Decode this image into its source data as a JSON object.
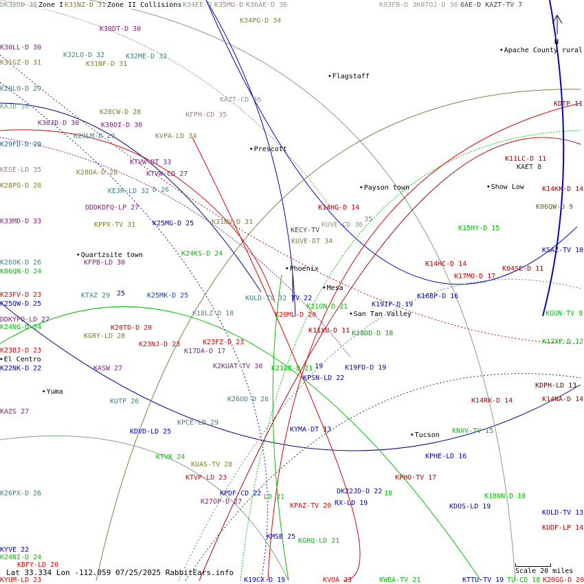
{
  "header": {
    "zone1": "Zone I",
    "zone2": "Zone II Collisions"
  },
  "footer": {
    "coords": "Lat 33.334 Lon -112.059 07/25/2025 RabbitEars.info",
    "scale": "Scale 20 miles",
    "north": "N"
  },
  "places": [
    "Flagstaff",
    "Prescott",
    "Payson town",
    "Show Low",
    "Apache County rural",
    "Quartzsite town",
    "Phoenix",
    "Mesa",
    "San Tan Valley",
    "El Centro",
    "Yuma",
    "Tucson"
  ],
  "stations": [
    {
      "label": "DK36DD 36",
      "color": "#80a080"
    },
    {
      "label": "K31NZ-D 31",
      "color": "#808020"
    },
    {
      "label": "K34EE-D",
      "color": "#80a080"
    },
    {
      "label": "K35MU-D",
      "color": "#a08080"
    },
    {
      "label": "K36AE-D 36",
      "color": "#80a080"
    },
    {
      "label": "K34PG-D 34",
      "color": "#808040"
    },
    {
      "label": "K30DT-D 30",
      "color": "#802080"
    },
    {
      "label": "K30LL-D 30",
      "color": "#802080"
    },
    {
      "label": "K32LO-D 32",
      "color": "#408080"
    },
    {
      "label": "K32ME-D 32",
      "color": "#408080"
    },
    {
      "label": "K31GZ-D 31",
      "color": "#808020"
    },
    {
      "label": "K31NF-D 31",
      "color": "#808020"
    },
    {
      "label": "K29LO-D 29",
      "color": "#408080"
    },
    {
      "label": "KAJB 36",
      "color": "#80a080"
    },
    {
      "label": "KAZT-CD 36",
      "color": "#80a080"
    },
    {
      "label": "K28CW-D 28",
      "color": "#808020"
    },
    {
      "label": "KFPH-CD 35",
      "color": "#a08080"
    },
    {
      "label": "K30JD-D 30",
      "color": "#802080"
    },
    {
      "label": "K30OI-D 30",
      "color": "#802080"
    },
    {
      "label": "K29LM-D 29",
      "color": "#408080"
    },
    {
      "label": "KVPA-LD 34",
      "color": "#808040"
    },
    {
      "label": "K29FD-D 29",
      "color": "#2060a0"
    },
    {
      "label": "KTVW-DT 33",
      "color": "#802080"
    },
    {
      "label": "KESE-LD 35",
      "color": "#a08080"
    },
    {
      "label": "K28OA-D 28",
      "color": "#808020"
    },
    {
      "label": "KTVW-CD 27",
      "color": "#802080"
    },
    {
      "label": "K28PO-D 28",
      "color": "#808020"
    },
    {
      "label": "KEJR-LD 32",
      "color": "#408080"
    },
    {
      "label": "D 26",
      "color": "#408080"
    },
    {
      "label": "DDDKDFQ-LP 27",
      "color": "#802080"
    },
    {
      "label": "K33MD-D 33",
      "color": "#802080"
    },
    {
      "label": "KPPX-TV 31",
      "color": "#808020"
    },
    {
      "label": "K25MG-D 25",
      "color": "#0000c0"
    },
    {
      "label": "K31NV-D 31",
      "color": "#808020"
    },
    {
      "label": "KECY-TV",
      "color": "#404040"
    },
    {
      "label": "KUVE-CD 36",
      "color": "#80a080"
    },
    {
      "label": "KUVE-DT 34",
      "color": "#808040"
    },
    {
      "label": "K24KS-D 24",
      "color": "#00c000"
    },
    {
      "label": "KFPB-LD 30",
      "color": "#802080"
    },
    {
      "label": "K26OK-D 26",
      "color": "#408080"
    },
    {
      "label": "K06QN-D 24",
      "color": "#00c000"
    },
    {
      "label": "KTAZ 29",
      "color": "#408080"
    },
    {
      "label": "25",
      "color": "#0000c0"
    },
    {
      "label": "K25MK-D 25",
      "color": "#2040a0"
    },
    {
      "label": "K23FV-D 23",
      "color": "#e00000"
    },
    {
      "label": "K25QW-D 25",
      "color": "#0000c0"
    },
    {
      "label": "KOLD-TV 32",
      "color": "#408080"
    },
    {
      "label": "TV 22",
      "color": "#0000c0"
    },
    {
      "label": "K18LZ-D 18",
      "color": "#608080"
    },
    {
      "label": "K20ML-D 20",
      "color": "#e00000"
    },
    {
      "label": "K21ON-D 21",
      "color": "#00c000"
    },
    {
      "label": "DDKYPO-LD 27",
      "color": "#802080"
    },
    {
      "label": "K24NG-D 24",
      "color": "#00c000"
    },
    {
      "label": "K20TD-D 20",
      "color": "#e00000"
    },
    {
      "label": "K11XU-D 11",
      "color": "#b00000"
    },
    {
      "label": "K18DD-D 18",
      "color": "#00a000"
    },
    {
      "label": "KGRY-LD 28",
      "color": "#808020"
    },
    {
      "label": "K23NJ-D 23",
      "color": "#e00000"
    },
    {
      "label": "K23FZ-D 23",
      "color": "#e00000"
    },
    {
      "label": "K23BJ-D 23",
      "color": "#e00000"
    },
    {
      "label": "K17DA-D 17",
      "color": "#802080"
    },
    {
      "label": "K22NK-D 22",
      "color": "#0000c0"
    },
    {
      "label": "KASW 27",
      "color": "#802080"
    },
    {
      "label": "K2KUAT-TV 30",
      "color": "#802080"
    },
    {
      "label": "K21GE-D 21",
      "color": "#00c000"
    },
    {
      "label": "19",
      "color": "#0000c0"
    },
    {
      "label": "K19FD-D 19",
      "color": "#0000c0"
    },
    {
      "label": "KPSN-LD 22",
      "color": "#0000c0"
    },
    {
      "label": "K26OD-D 26",
      "color": "#408080"
    },
    {
      "label": "KUTP 26",
      "color": "#408080"
    },
    {
      "label": "KAZS 27",
      "color": "#802080"
    },
    {
      "label": "KPCE-LD 29",
      "color": "#408080"
    },
    {
      "label": "KDVD-LD 25",
      "color": "#0000c0"
    },
    {
      "label": "KYMA-DT 13",
      "color": "#0000c0"
    },
    {
      "label": "KTVK 24",
      "color": "#00c000"
    },
    {
      "label": "KUAS-TV 28",
      "color": "#808020"
    },
    {
      "label": "KTVP-LD 23",
      "color": "#e00000"
    },
    {
      "label": "K26PX-D 26",
      "color": "#408080"
    },
    {
      "label": "KPDF-CD 22",
      "color": "#0000c0"
    },
    {
      "label": "K27OP-D 27",
      "color": "#802080"
    },
    {
      "label": "LD 21",
      "color": "#00c000"
    },
    {
      "label": "KPAZ-TV 20",
      "color": "#e00000"
    },
    {
      "label": "DK22JD-D 22",
      "color": "#0000c0"
    },
    {
      "label": "RX-LD 19",
      "color": "#0000c0"
    },
    {
      "label": "18",
      "color": "#00c000"
    },
    {
      "label": "KMSB 25",
      "color": "#0000c0"
    },
    {
      "label": "KGRQ-LD 21",
      "color": "#00c000"
    },
    {
      "label": "KYVE 22",
      "color": "#0000c0"
    },
    {
      "label": "K24NI-D 24",
      "color": "#00c000"
    },
    {
      "label": "KBFY-LD 20",
      "color": "#e00000"
    },
    {
      "label": "KYUM-LD 23",
      "color": "#e00000"
    },
    {
      "label": "K19CX-D 19",
      "color": "#0000c0"
    },
    {
      "label": "KVOA 23",
      "color": "#e00000"
    },
    {
      "label": "KWBA-TV 21",
      "color": "#00c000"
    },
    {
      "label": "KTTU-TV 19",
      "color": "#0000c0"
    },
    {
      "label": "TU-CD 18",
      "color": "#00c000"
    },
    {
      "label": "K20GG-D 20",
      "color": "#e00000"
    },
    {
      "label": "K03FB-D 3K07OJ-D 36",
      "color": "#a0a080"
    },
    {
      "label": "6AE-D KAZT-TV 7",
      "color": "#404040"
    },
    {
      "label": "KDTP 11",
      "color": "#b00000"
    },
    {
      "label": "K11LC-D 11",
      "color": "#b00000"
    },
    {
      "label": "KAET 8",
      "color": "#202020"
    },
    {
      "label": "K14KK-D 14",
      "color": "#b00000"
    },
    {
      "label": "K06QW-D 9",
      "color": "#606020"
    },
    {
      "label": "K14HG-D 14",
      "color": "#b00000"
    },
    {
      "label": "35",
      "color": "#a08080"
    },
    {
      "label": "K15HY-D 15",
      "color": "#00c000"
    },
    {
      "label": "KSAZ-TV 10",
      "color": "#0000c0"
    },
    {
      "label": "K14HC-D 14",
      "color": "#b00000"
    },
    {
      "label": "K04SE-D 11",
      "color": "#b00000"
    },
    {
      "label": "K17MO-D 17",
      "color": "#b00000"
    },
    {
      "label": "K16BP-D 16",
      "color": "#0000c0"
    },
    {
      "label": "K19IP-D 19",
      "color": "#0000c0"
    },
    {
      "label": "KGUN-TV 9",
      "color": "#00c000"
    },
    {
      "label": "K12XP-D 12",
      "color": "#00c000"
    },
    {
      "label": "KDPH-LD 13",
      "color": "#600000"
    },
    {
      "label": "K14RK-D 14",
      "color": "#b00000"
    },
    {
      "label": "K14NA-D 14",
      "color": "#b00000"
    },
    {
      "label": "KNXV-TV 15",
      "color": "#00c000"
    },
    {
      "label": "KPHE-LD 16",
      "color": "#0000c0"
    },
    {
      "label": "KPHO-TV 17",
      "color": "#b00000"
    },
    {
      "label": "K18NN-D 18",
      "color": "#00c000"
    },
    {
      "label": "KDOS-LD 19",
      "color": "#0000c0"
    },
    {
      "label": "KOLD-TV 13",
      "color": "#0000c0"
    },
    {
      "label": "KUDF-LP 14",
      "color": "#b00000"
    }
  ]
}
